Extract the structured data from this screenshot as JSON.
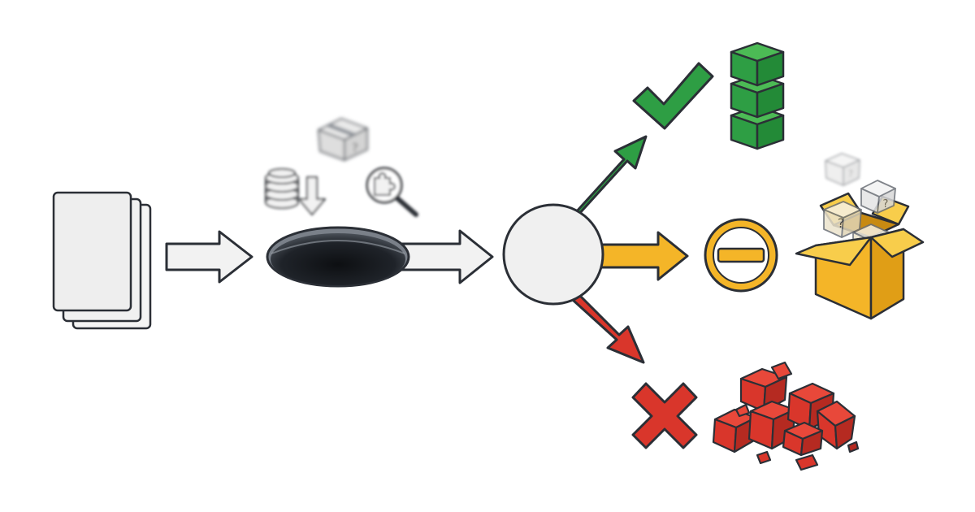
{
  "diagram": {
    "nodes": [
      {
        "id": "input-documents",
        "icon": "document-stack-icon"
      },
      {
        "id": "hole",
        "icon": "hole-icon"
      },
      {
        "id": "decision",
        "icon": "empty-circle-icon"
      },
      {
        "id": "success",
        "icon": "check-icon",
        "result_icon": "green-cube-stack-icon"
      },
      {
        "id": "neutral",
        "icon": "minus-circle-icon",
        "result_icon": "box-with-question-cubes-icon"
      },
      {
        "id": "failure",
        "icon": "x-icon",
        "result_icon": "broken-red-cubes-icon"
      }
    ],
    "decorations": [
      "coins-icon",
      "down-arrow-icon",
      "mystery-box-icon",
      "puzzle-magnifier-icon"
    ],
    "edges": [
      {
        "from": "input-documents",
        "to": "hole"
      },
      {
        "from": "hole",
        "to": "decision"
      },
      {
        "from": "decision",
        "to": "success",
        "color": "#2e9e44"
      },
      {
        "from": "decision",
        "to": "neutral",
        "color": "#f4b528"
      },
      {
        "from": "decision",
        "to": "failure",
        "color": "#d9362b"
      }
    ]
  },
  "colors": {
    "outline": "#2b2f36",
    "arrow_fill": "#f2f2f2",
    "hole": "#1f2329",
    "green": "#2e9e44",
    "green_light": "#4cbb55",
    "yellow": "#f4b528",
    "yellow_light": "#f8cd4b",
    "red": "#d9362b",
    "red_light": "#e8483a",
    "circle_fill": "#f0f0f0"
  }
}
